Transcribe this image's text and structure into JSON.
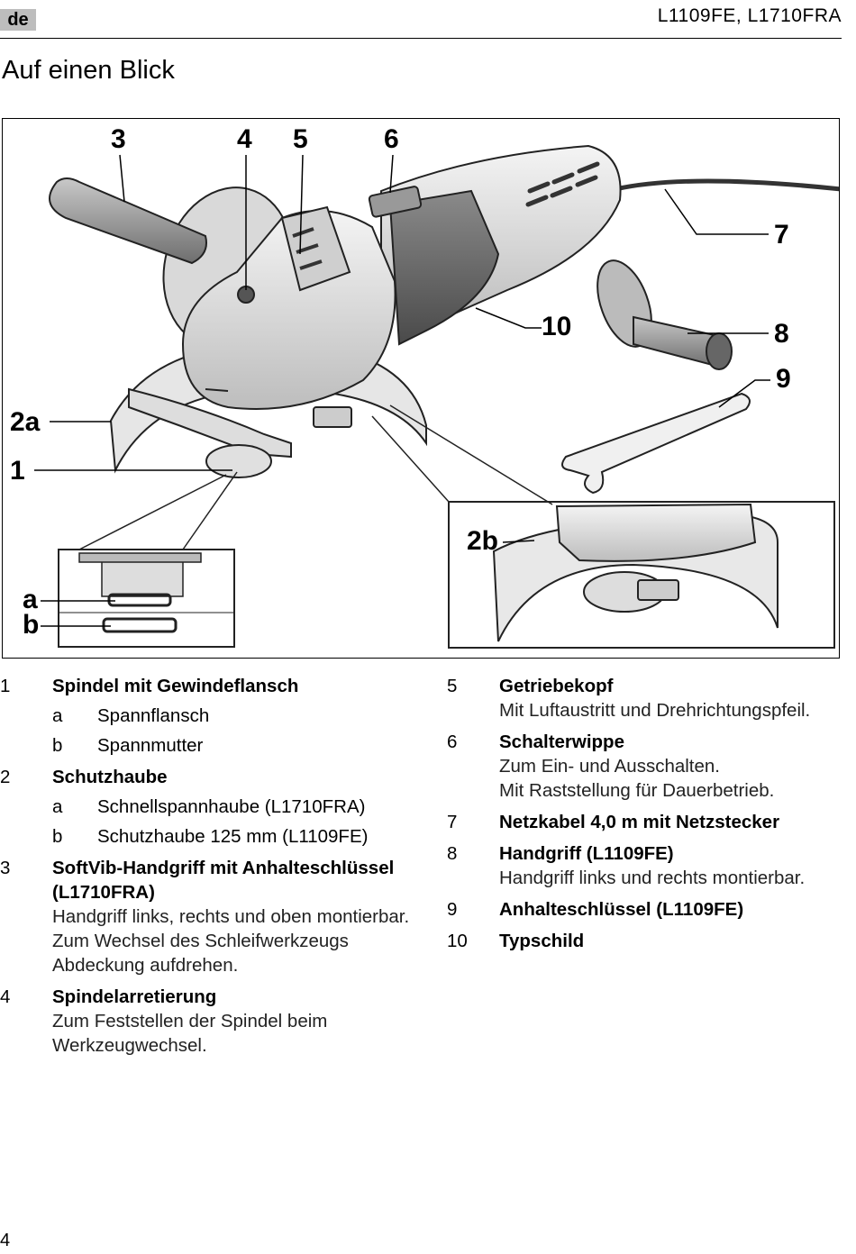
{
  "header": {
    "lang": "de",
    "models": "L1109FE, L1710FRA"
  },
  "title": "Auf einen Blick",
  "figure": {
    "callouts": [
      "3",
      "4",
      "5",
      "6",
      "7",
      "10",
      "8",
      "9",
      "2a",
      "1",
      "2b",
      "a",
      "b"
    ]
  },
  "left_items": [
    {
      "num": "1",
      "head": "Spindel mit Gewindeflansch",
      "desc": "",
      "subs": [
        {
          "num": "a",
          "text": "Spannflansch"
        },
        {
          "num": "b",
          "text": "Spannmutter"
        }
      ]
    },
    {
      "num": "2",
      "head": "Schutzhaube",
      "desc": "",
      "subs": [
        {
          "num": "a",
          "text": "Schnellspannhaube (L1710FRA)"
        },
        {
          "num": "b",
          "text": "Schutzhaube 125 mm (L1109FE)"
        }
      ]
    },
    {
      "num": "3",
      "head": "SoftVib-Handgriff mit Anhalteschlüssel (L1710FRA)",
      "desc": "Handgriff links, rechts und oben montierbar. Zum  Wechsel  des Schleifwerkzeugs Abdeckung aufdrehen.",
      "subs": []
    },
    {
      "num": "4",
      "head": "Spindelarretierung",
      "desc": "Zum Feststellen der Spindel beim Werkzeugwechsel.",
      "subs": []
    }
  ],
  "right_items": [
    {
      "num": "5",
      "head": "Getriebekopf",
      "desc": "Mit Luftaustritt und Drehrichtungspfeil.",
      "subs": []
    },
    {
      "num": "6",
      "head": "Schalterwippe",
      "desc": "Zum Ein- und Ausschalten.\nMit Raststellung für Dauerbetrieb.",
      "subs": []
    },
    {
      "num": "7",
      "head": "Netzkabel 4,0 m mit Netzstecker",
      "desc": "",
      "subs": []
    },
    {
      "num": "8",
      "head": "Handgriff (L1109FE)",
      "desc": "Handgriff links und rechts montierbar.",
      "subs": []
    },
    {
      "num": "9",
      "head": "Anhalteschlüssel (L1109FE)",
      "desc": "",
      "subs": []
    },
    {
      "num": "10",
      "head": "Typschild",
      "desc": "",
      "subs": []
    }
  ],
  "page_number": "4"
}
